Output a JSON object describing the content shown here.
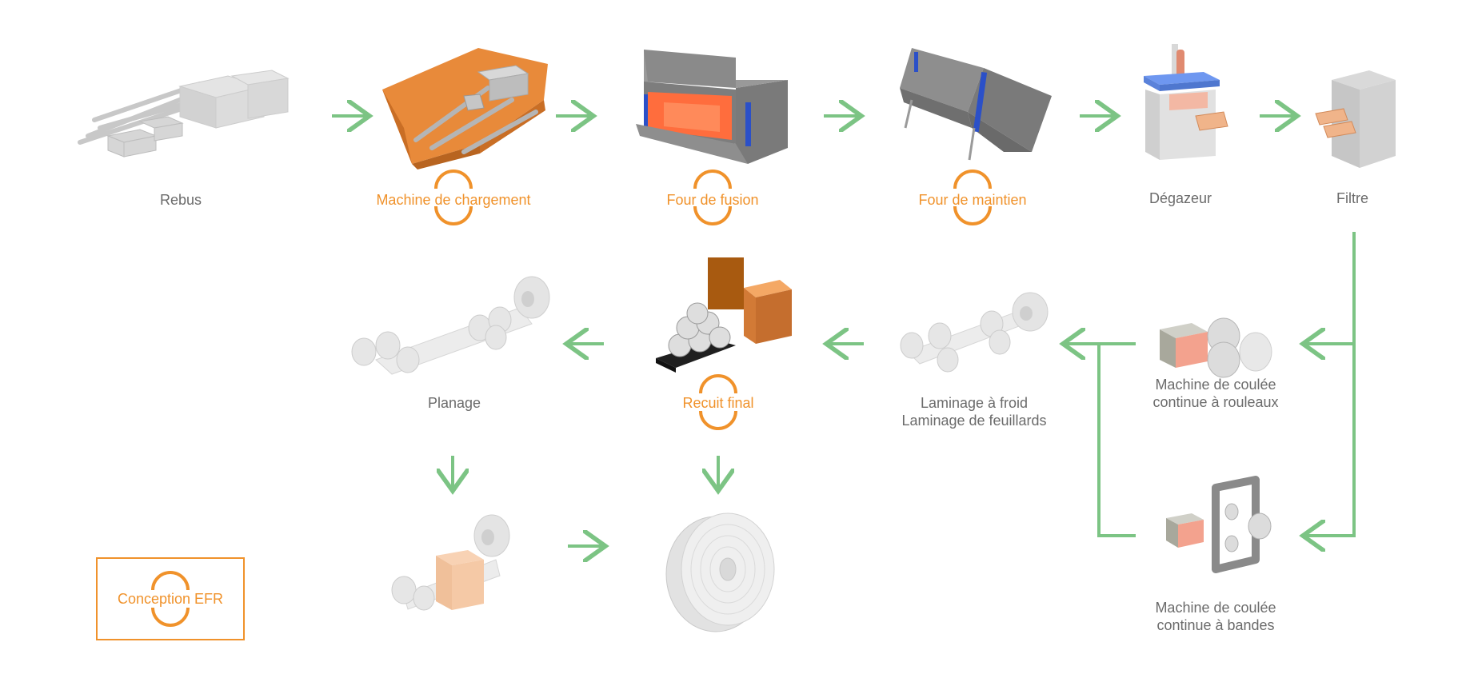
{
  "steps": {
    "rebus": "Rebus",
    "machine_chargement": "Machine de chargement",
    "four_fusion": "Four de fusion",
    "four_maintien": "Four de maintien",
    "degazeur": "Dégazeur",
    "filtre": "Filtre",
    "planage": "Planage",
    "recuit_final": "Recuit final",
    "laminage_line1": "Laminage à froid",
    "laminage_line2": "Laminage de feuillards",
    "coulee_rouleaux_line1": "Machine de coulée",
    "coulee_rouleaux_line2": "continue à rouleaux",
    "coulee_bandes_line1": "Machine de coulée",
    "coulee_bandes_line2": "continue à bandes"
  },
  "legend": {
    "label": "Conception EFR"
  },
  "colors": {
    "efr_orange": "#f0922b",
    "arrow_green": "#7cc484",
    "text_gray": "#6b6b6b"
  }
}
